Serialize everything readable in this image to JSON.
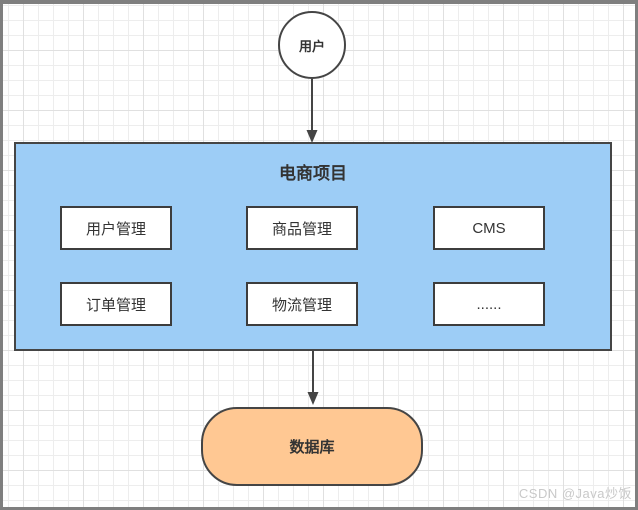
{
  "diagram": {
    "user_node": {
      "label": "用户"
    },
    "project": {
      "title": "电商项目",
      "modules": [
        {
          "label": "用户管理"
        },
        {
          "label": "商品管理"
        },
        {
          "label": "CMS"
        },
        {
          "label": "订单管理"
        },
        {
          "label": "物流管理"
        },
        {
          "label": "......"
        }
      ]
    },
    "database_node": {
      "label": "数据库"
    },
    "connections": [
      {
        "from": "用户",
        "to": "电商项目"
      },
      {
        "from": "电商项目",
        "to": "数据库"
      }
    ]
  },
  "watermark": "CSDN @Java炒饭",
  "colors": {
    "project_fill": "#9dcdf6",
    "database_fill": "#ffc893",
    "node_border": "#454545",
    "arrow": "#454545",
    "text": "#333333",
    "watermark_text": "#c9c9c9",
    "grid_minor": "#ededed",
    "grid_major": "#e0e0e0",
    "frame_border": "#7f7f7f"
  }
}
